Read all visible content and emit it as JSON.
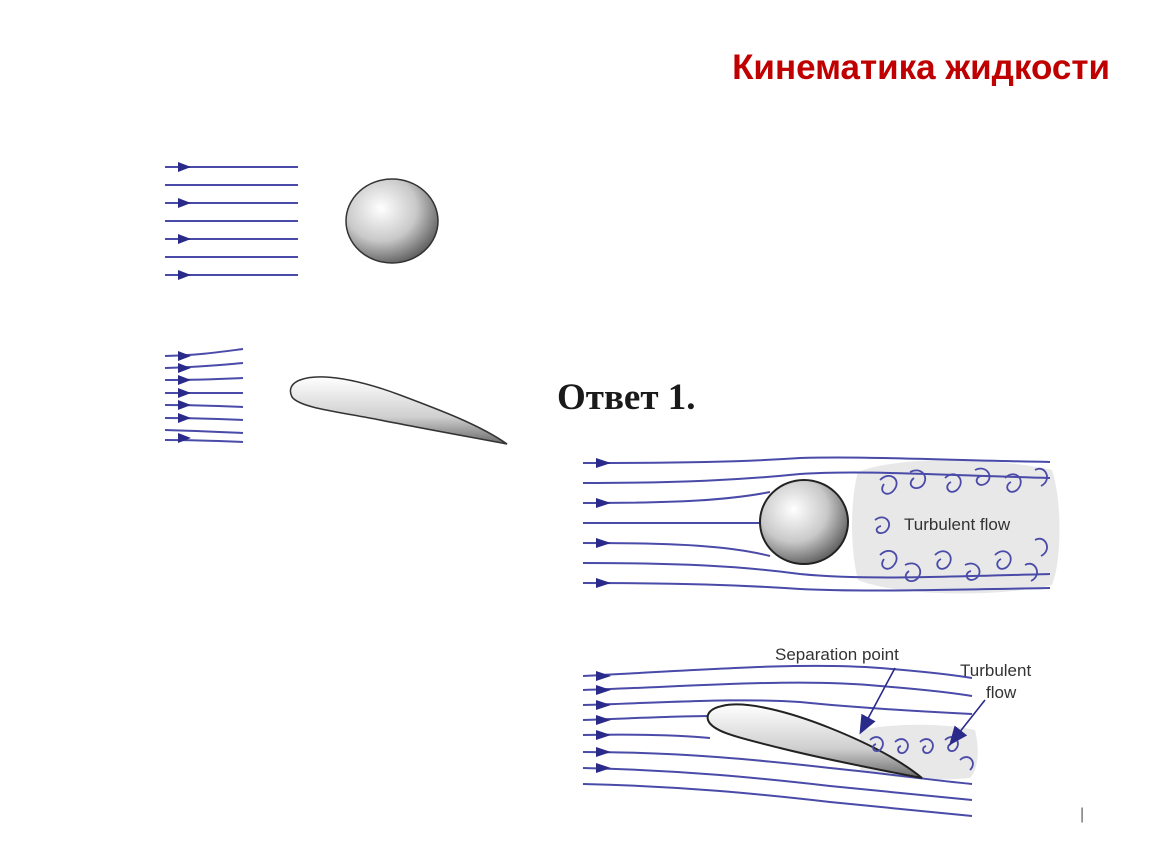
{
  "page": {
    "title": "Кинематика жидкости",
    "answer_label": "Ответ 1.",
    "page_mark": "|"
  },
  "diagram": {
    "turbulent_flow_label": "Turbulent flow",
    "separation_point_label": "Separation point",
    "turbulent_label_line1": "Turbulent",
    "turbulent_label_line2": "flow"
  },
  "colors": {
    "title": "#c00000",
    "streamline": "#4a4aa8",
    "arrow": "#2a2a8a",
    "turbulent_region": "#e8e8e8"
  }
}
